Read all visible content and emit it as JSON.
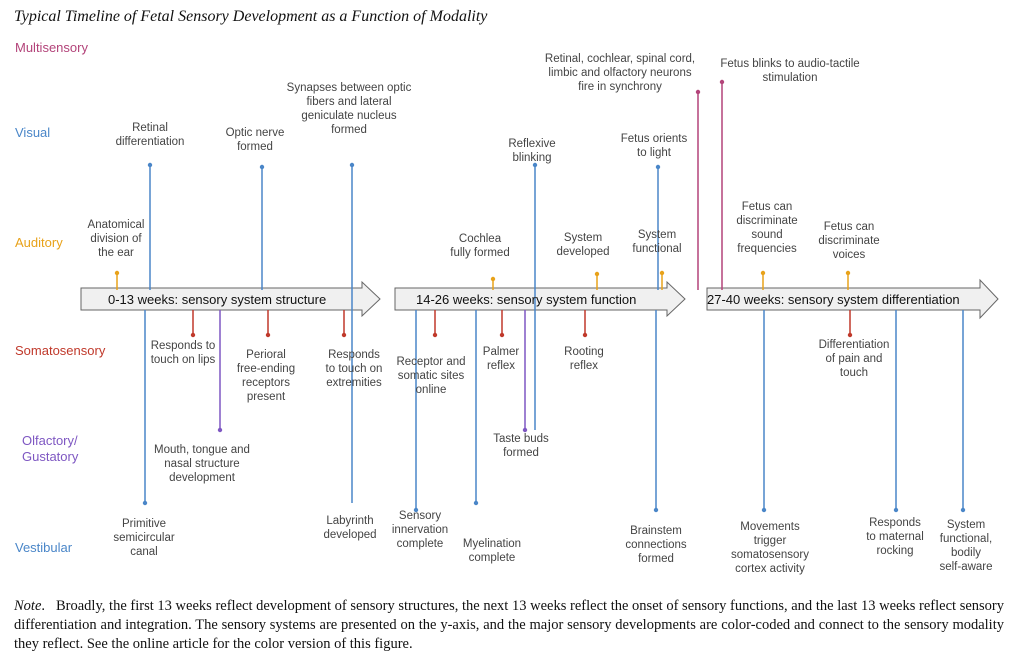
{
  "title": "Typical Timeline of Fetal Sensory Development as a Function of Modality",
  "colors": {
    "multisensory": "#b3447a",
    "visual": "#4a86c8",
    "auditory": "#e8a21a",
    "somatosensory": "#c0392b",
    "olfactory": "#7e57c2",
    "vestibular": "#4a86c8"
  },
  "modalities": {
    "multisensory": "Multisensory",
    "visual": "Visual",
    "auditory": "Auditory",
    "somatosensory": "Somatosensory",
    "olfactory": "Olfactory/\nGustatory",
    "vestibular": "Vestibular"
  },
  "phases": [
    "0-13 weeks: sensory system structure",
    "14-26 weeks: sensory system function",
    "27-40 weeks: sensory system differentiation"
  ],
  "events": {
    "retinal_diff": "Retinal\ndifferentiation",
    "optic_nerve": "Optic nerve\nformed",
    "synapses": "Synapses between optic\nfibers and lateral\ngeniculate nucleus\nformed",
    "reflexive_blinking": "Reflexive\nblinking",
    "orients_light": "Fetus orients\nto light",
    "multi_sync": "Retinal, cochlear, spinal cord,\nlimbic and olfactory neurons\nfire in synchrony",
    "blinks": "Fetus blinks to audio-tactile\nstimulation",
    "anatomical_ear": "Anatomical\ndivision of\nthe ear",
    "cochlea": "Cochlea\nfully formed",
    "aud_developed": "System\ndeveloped",
    "aud_functional": "System\nfunctional",
    "sound_freq": "Fetus can\ndiscriminate\nsound\nfrequencies",
    "voices": "Fetus can\ndiscriminate\nvoices",
    "lips": "Responds to\ntouch on lips",
    "perioral": "Perioral\nfree-ending\nreceptors\npresent",
    "extremities": "Responds\nto touch on\nextremities",
    "receptor_sites": "Receptor and\nsomatic sites\nonline",
    "palmer": "Palmer\nreflex",
    "rooting": "Rooting\nreflex",
    "pain_touch": "Differentiation\nof pain and\ntouch",
    "mouth": "Mouth, tongue and\nnasal structure\ndevelopment",
    "taste": "Taste buds\nformed",
    "semicircular": "Primitive\nsemicircular\ncanal",
    "labyrinth": "Labyrinth\ndeveloped",
    "sensory_innervation": "Sensory\ninnervation\ncomplete",
    "myelination": "Myelination\ncomplete",
    "brainstem": "Brainstem\nconnections\nformed",
    "movements": "Movements\ntrigger\nsomatosensory\ncortex activity",
    "maternal_rocking": "Responds\nto maternal\nrocking",
    "vest_functional": "System\nfunctional,\nbodily\nself-aware"
  },
  "note": {
    "label": "Note",
    "text": "Broadly, the first 13 weeks reflect development of sensory structures, the next 13 weeks reflect the onset of sensory functions, and the last 13 weeks reflect sensory differentiation and integration. The sensory systems are presented on the y-axis, and the major sensory developments are color-coded and connect to the sensory modality they reflect. See the online article for the color version of this figure."
  }
}
